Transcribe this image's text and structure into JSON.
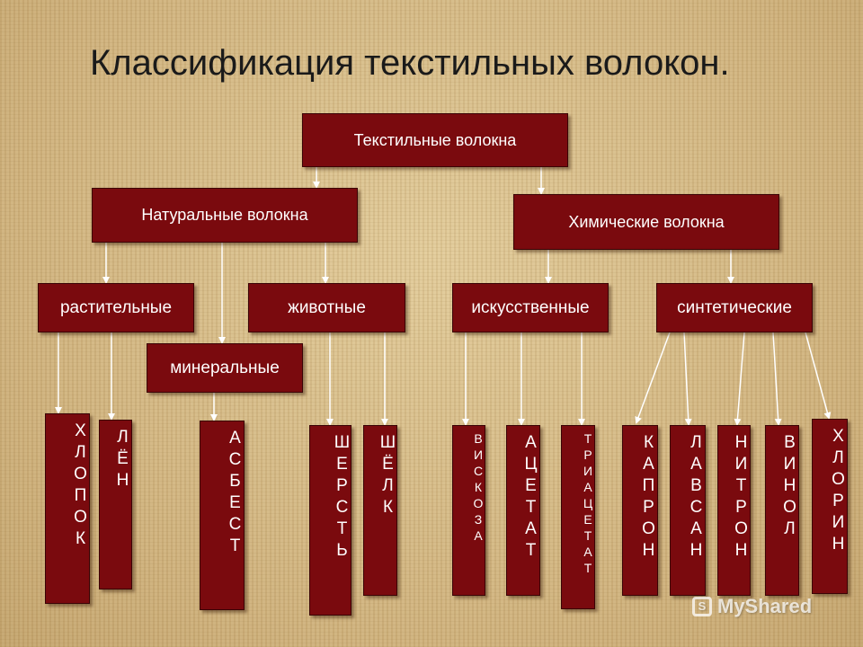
{
  "title": "Классификация текстильных волокон.",
  "colors": {
    "box": "#7a0a0e",
    "background": "#d6be8e",
    "line": "#ffffff"
  },
  "root": "Текстильные волокна",
  "groups": {
    "natural": "Натуральные волокна",
    "chemical": "Химические волокна"
  },
  "categories": {
    "plant": "растительные",
    "animal": "животные",
    "mineral": "минеральные",
    "artificial": "искусственные",
    "synthetic": "синтетические"
  },
  "fibers": {
    "cotton": "ХЛОПОК",
    "flax": "ЛЁН",
    "asbestos": "АСБЕСТ",
    "wool": "ШЕРСТЬ",
    "silk": "ШЁЛК",
    "viscose": "ВИСКОЗА",
    "acetate": "АЦЕТАТ",
    "triacetate": "ТРИАЦЕТАТ",
    "kapron": "КАПРОН",
    "lavsan": "ЛАВСАН",
    "nitron": "НИТРОН",
    "vinol": "ВИНОЛ",
    "chlorin": "ХЛОРИН"
  },
  "watermark": {
    "text": "MyShared",
    "icon": "myshared-logo-icon"
  }
}
